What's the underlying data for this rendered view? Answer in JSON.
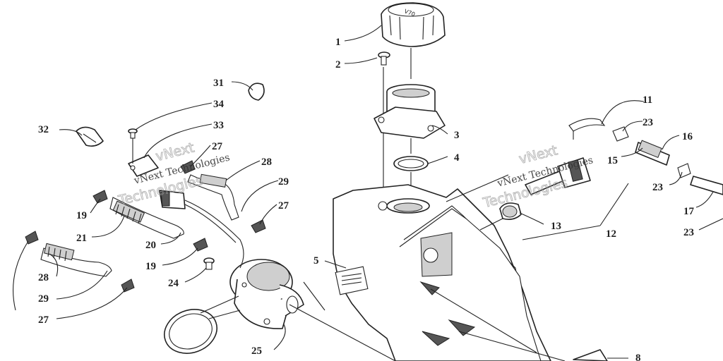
{
  "callouts": [
    {
      "id": "c1",
      "text": "1"
    },
    {
      "id": "c2",
      "text": "2"
    },
    {
      "id": "c3",
      "text": "3"
    },
    {
      "id": "c4",
      "text": "4"
    },
    {
      "id": "c5",
      "text": "5"
    },
    {
      "id": "c8",
      "text": "8"
    },
    {
      "id": "c11",
      "text": "11"
    },
    {
      "id": "c12",
      "text": "12"
    },
    {
      "id": "c13",
      "text": "13"
    },
    {
      "id": "c15",
      "text": "15"
    },
    {
      "id": "c16",
      "text": "16"
    },
    {
      "id": "c17",
      "text": "17"
    },
    {
      "id": "c19a",
      "text": "19"
    },
    {
      "id": "c19b",
      "text": "19"
    },
    {
      "id": "c20",
      "text": "20"
    },
    {
      "id": "c21",
      "text": "21"
    },
    {
      "id": "c23a",
      "text": "23"
    },
    {
      "id": "c23b",
      "text": "23"
    },
    {
      "id": "c23c",
      "text": "23"
    },
    {
      "id": "c24",
      "text": "24"
    },
    {
      "id": "c25",
      "text": "25"
    },
    {
      "id": "c27a",
      "text": "27"
    },
    {
      "id": "c27b",
      "text": "27"
    },
    {
      "id": "c27c",
      "text": "27"
    },
    {
      "id": "c28a",
      "text": "28"
    },
    {
      "id": "c28b",
      "text": "28"
    },
    {
      "id": "c29a",
      "text": "29"
    },
    {
      "id": "c29b",
      "text": "29"
    },
    {
      "id": "c31",
      "text": "31"
    },
    {
      "id": "c32",
      "text": "32"
    },
    {
      "id": "c33",
      "text": "33"
    },
    {
      "id": "c34",
      "text": "34"
    }
  ],
  "watermark": {
    "line1": "vNext",
    "line2": "vNext Technologies",
    "line3": "Technologies"
  }
}
